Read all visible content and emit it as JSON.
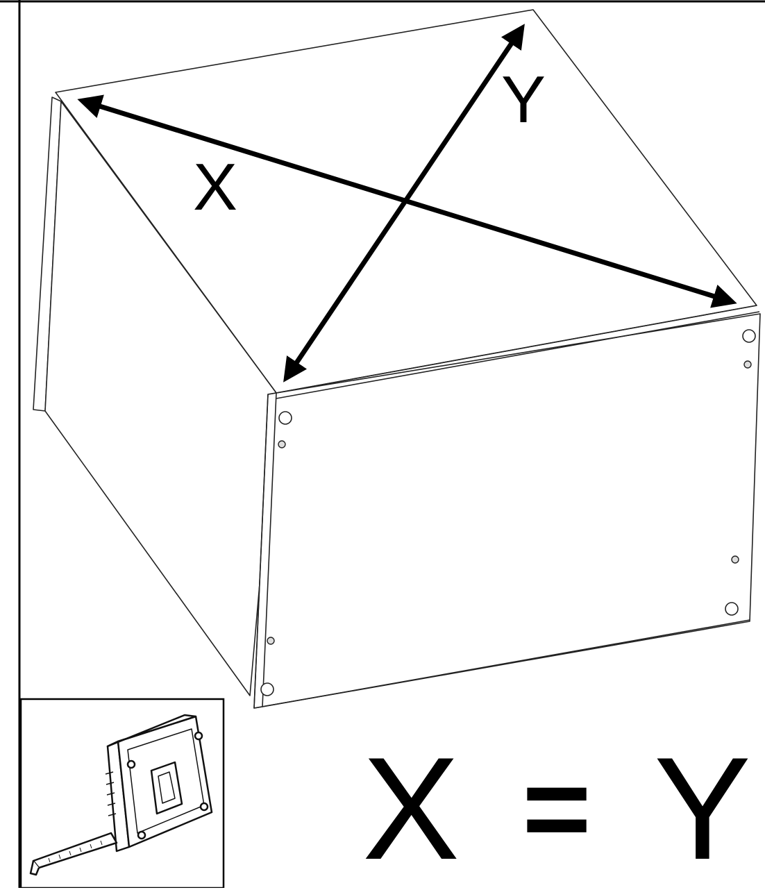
{
  "diagram": {
    "label_x": "X",
    "label_y": "Y",
    "equation": {
      "left": "X",
      "operator": "=",
      "right": "Y"
    }
  },
  "colors": {
    "line": "#000000",
    "background": "#ffffff",
    "panel_stroke": "#222222"
  },
  "icons": {
    "inset": "tape-measure-icon"
  }
}
